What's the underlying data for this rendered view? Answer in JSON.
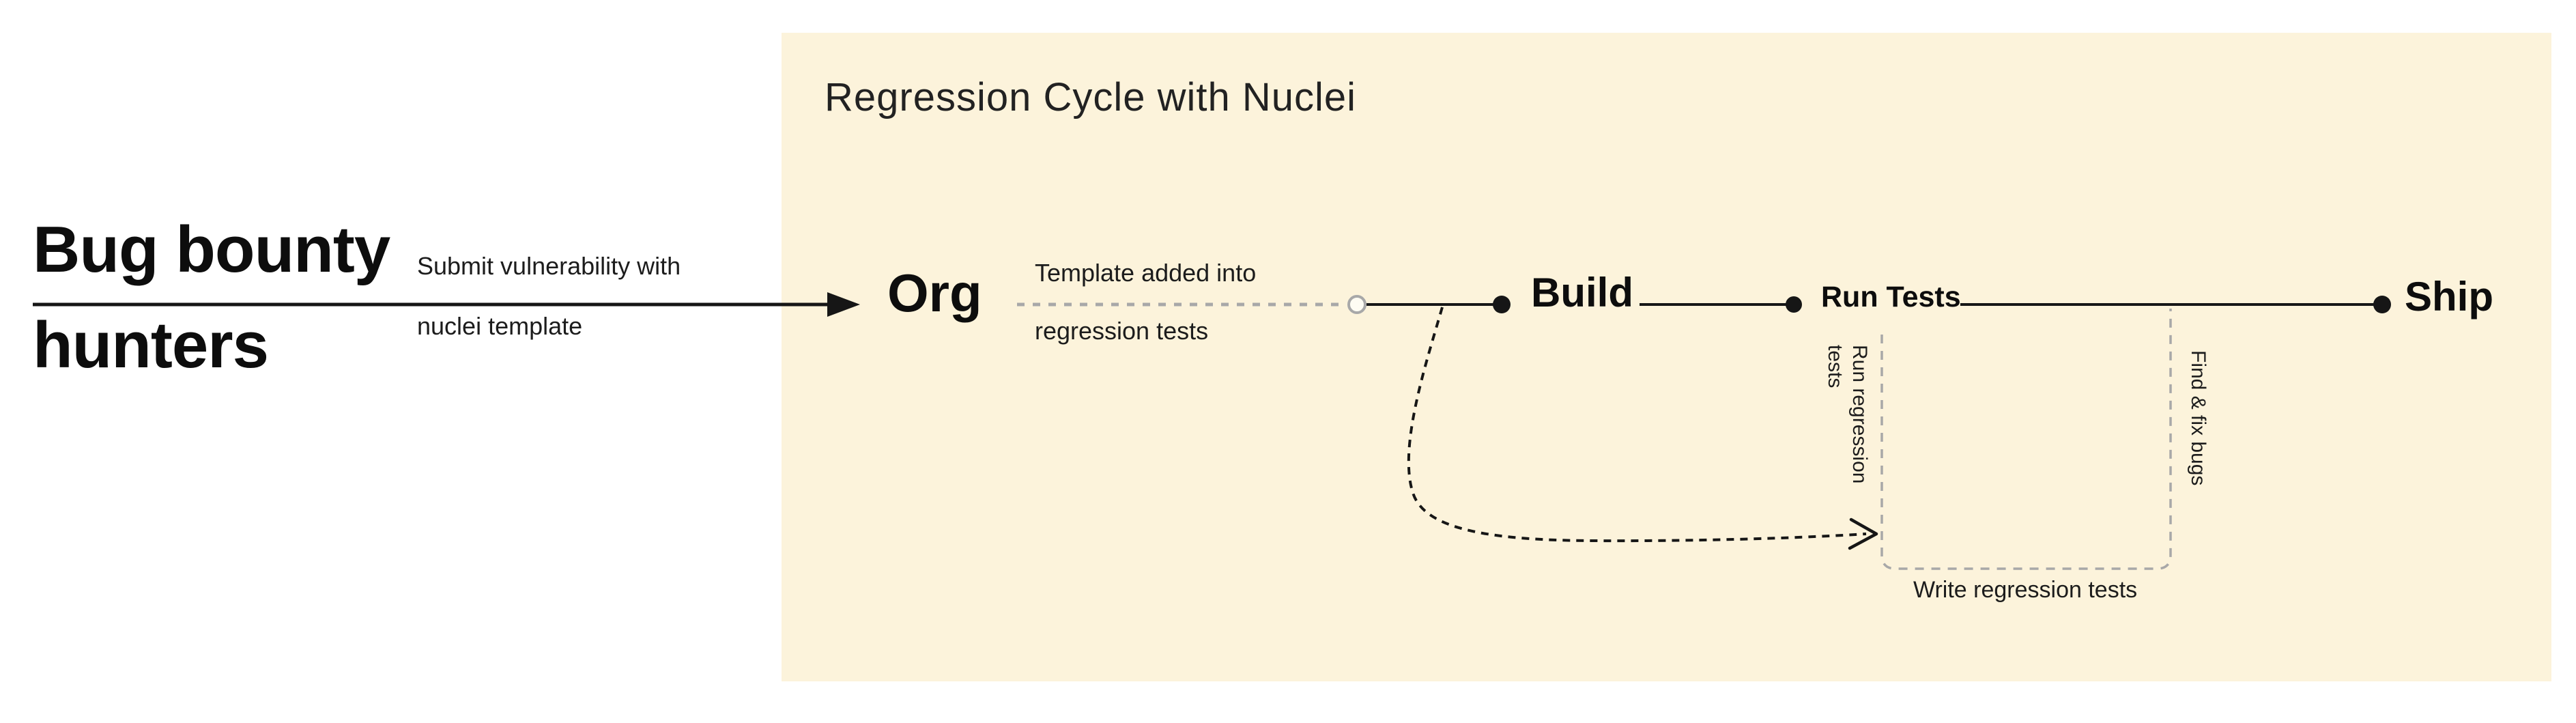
{
  "panel": {
    "title": "Regression Cycle with Nuclei"
  },
  "actors": {
    "bug_bounty_line1": "Bug bounty",
    "bug_bounty_line2": "hunters"
  },
  "submit_arrow": {
    "label_line1": "Submit vulnerability with",
    "label_line2": "nuclei template"
  },
  "pipeline": {
    "org_label": "Org",
    "template_label_line1": "Template added into",
    "template_label_line2": "regression tests",
    "build_label": "Build",
    "run_tests_label": "Run Tests",
    "ship_label": "Ship"
  },
  "annotations": {
    "run_regression_vertical": "Run regression tests",
    "find_fix_vertical": "Find & fix bugs",
    "write_regression": "Write regression tests"
  },
  "colors": {
    "ink": "#161616",
    "gray_dash": "#a8a8a8",
    "panel_bg": "#fcf3db",
    "page_bg": "#ffffff"
  }
}
